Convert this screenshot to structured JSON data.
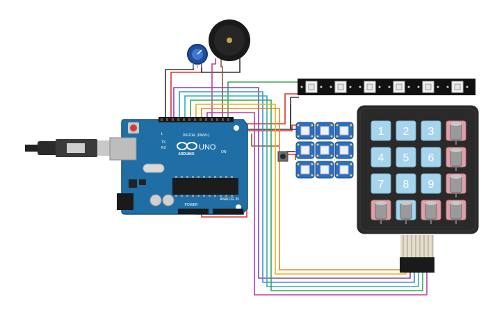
{
  "board": {
    "brand": "ARDUINO",
    "model": "UNO",
    "digital_label": "DIGITAL (PWM~)",
    "power_label": "POWER",
    "analog_label": "ANALOG IN",
    "tx_label": "TX",
    "rx_label": "RX",
    "l_label": "L",
    "on_label": "ON"
  },
  "keypad": {
    "keys": [
      "1",
      "2",
      "3",
      "4",
      "5",
      "6",
      "7",
      "8",
      "9"
    ]
  },
  "colors": {
    "board_blue": "#1f6fa6",
    "board_dark": "#15507c",
    "keypad_body": "#2a2a2a",
    "key_blue": "#a6d4ec",
    "key_red": "#e0a0a8",
    "wire_red": "#e0332a",
    "wire_black": "#333333",
    "wire_green": "#34a853",
    "wire_yellow": "#e8b30a",
    "wire_purple": "#8a3fb5",
    "wire_blue": "#3a8fd8",
    "wire_teal": "#2ab0b0",
    "wire_orange": "#e8851a",
    "wire_magenta": "#c03aa8",
    "wire_brown": "#8a5a3c"
  }
}
